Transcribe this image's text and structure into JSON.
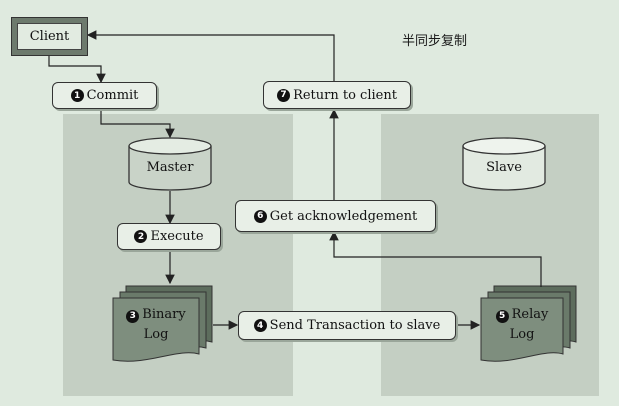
{
  "title": "半同步复制",
  "client": {
    "label": "Client"
  },
  "master": {
    "label": "Master"
  },
  "slave": {
    "label": "Slave"
  },
  "steps": {
    "commit": {
      "num": "1",
      "label": "Commit"
    },
    "execute": {
      "num": "2",
      "label": "Execute"
    },
    "binary_log": {
      "num": "3",
      "line1": "Binary",
      "line2": "Log"
    },
    "send": {
      "num": "4",
      "label": "Send Transaction to slave"
    },
    "relay_log": {
      "num": "5",
      "line1": "Relay",
      "line2": "Log"
    },
    "ack": {
      "num": "6",
      "label": "Get acknowledgement"
    },
    "return": {
      "num": "7",
      "label": "Return to client"
    }
  }
}
